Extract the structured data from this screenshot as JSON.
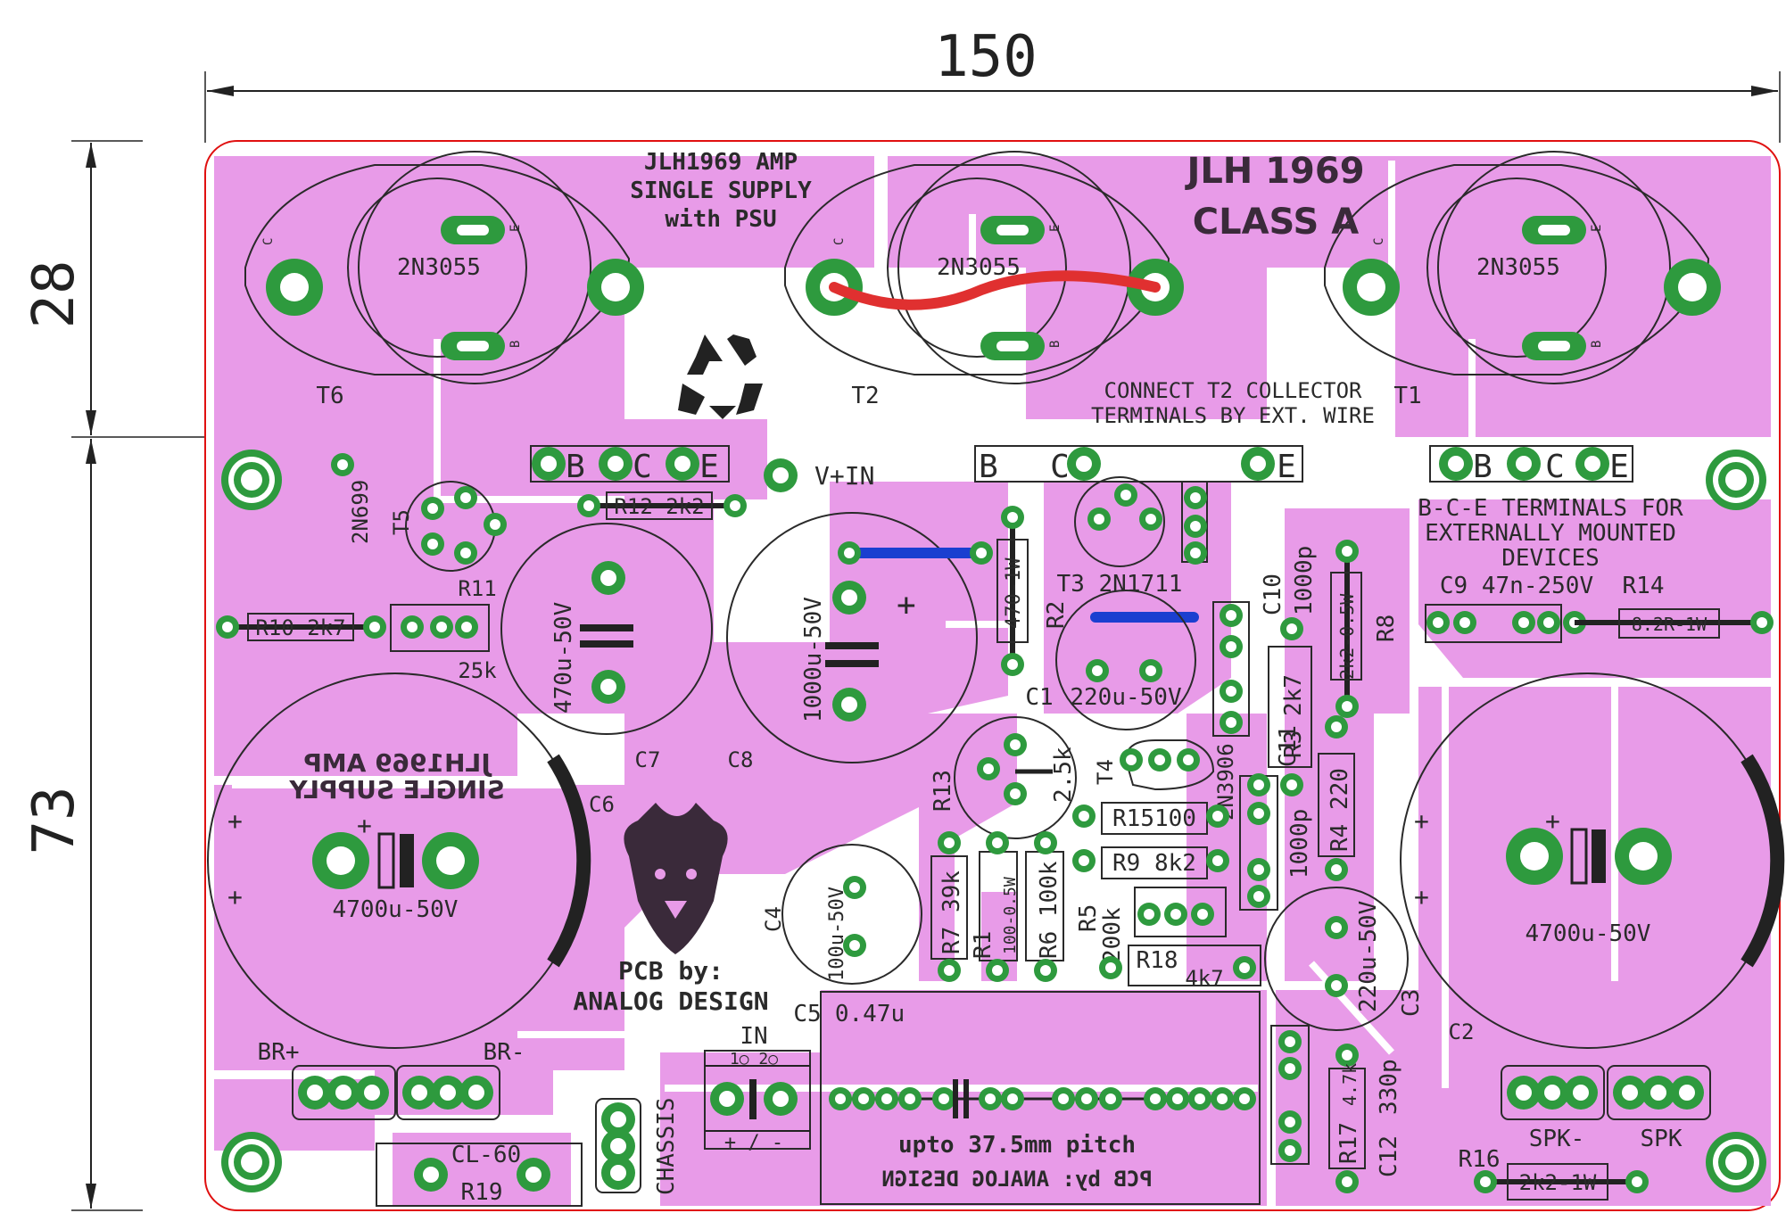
{
  "dimensions": {
    "width": "150",
    "top_height": "28",
    "bottom_height": "73"
  },
  "colors": {
    "board": "#e89be8",
    "pad": "#2e9a3e",
    "outline": "#e01010",
    "wire_red": "#e03030",
    "wire_blue": "#1a3fd0"
  },
  "title": {
    "line1": "JLH 1969",
    "line2": "CLASS A"
  },
  "subtitle": {
    "line1": "JLH1969 AMP",
    "line2": "SINGLE SUPPLY",
    "line3": "with PSU"
  },
  "mirror": {
    "line1": "JLH1969 AMP",
    "line2": "SINGLE SUPPLY"
  },
  "transistors": {
    "t6": {
      "ref": "T6",
      "part": "2N3055"
    },
    "t2": {
      "ref": "T2",
      "part": "2N3055"
    },
    "t1": {
      "ref": "T1",
      "part": "2N3055"
    },
    "pin_c": "C",
    "pin_e": "E",
    "pin_b": "B"
  },
  "notes": {
    "t2_line1": "CONNECT T2 COLLECTOR",
    "t2_line2": "TERMINALS BY EXT. WIRE",
    "bce_line1": "B-C-E TERMINALS FOR",
    "bce_line2": "EXTERNALLY MOUNTED",
    "bce_line3": "DEVICES"
  },
  "bce": {
    "b": "B",
    "c": "C",
    "e": "E"
  },
  "labels": {
    "vin": "V+IN",
    "t5_ref": "T5",
    "t5_part": "2N699",
    "r12": "R12 2k2",
    "r11": "R11",
    "r11_val": "25k",
    "r10": "R10 2k7",
    "c7_val": "470u-50V",
    "c7": "C7",
    "c8_val": "1000u-50V",
    "c8": "C8",
    "r2_val": "470-1W",
    "r2": "R2",
    "t3": "T3 2N1711",
    "c1_val": "220u-50V",
    "c1": "C1",
    "c10": "C10",
    "c10_val": "1000p",
    "r8_val": "2k2-0.5W",
    "r8": "R8",
    "c9": "C9 47n-250V",
    "r14": "R14",
    "r14_val": "8.2R-1W",
    "r3": "R3 2k7",
    "c11": "C11",
    "c11_val": "1000p",
    "r4": "R4 220",
    "t4": "T4",
    "t4_part": "2N3906",
    "r13": "R13",
    "r13_val": "2.5k",
    "r15": "R15100",
    "r9": "R9  8k2",
    "r7": "R7 39k",
    "r1": "R1",
    "r1_val": "100-0.5W",
    "r6": "R6 100k",
    "r5": "R5",
    "r5_val": "200k",
    "r18": "R18",
    "r18_val": "4k7",
    "c4": "C4",
    "c4_val": "100u-50V",
    "c6": "C6",
    "c6_val": "4700u-50V",
    "c2": "C2",
    "c2_val": "4700u-50V",
    "c3": "C3",
    "c3_val": "220u-50V",
    "pcb_by": "PCB by:",
    "designer": "ANALOG DESIGN",
    "c5": "C5",
    "c5_val": "0.47u",
    "pitch": "upto 37.5mm pitch",
    "mirror_pcb": "PCB by: ANALOG DESIGN",
    "in": "IN",
    "in_pins": "1○ 2○",
    "in_polarity": "+ / -",
    "br_plus": "BR+",
    "br_minus": "BR-",
    "cl60": "CL-60",
    "r19": "R19",
    "chassis": "CHASSIS",
    "r17": "R17",
    "r17_val": "4.7k",
    "c12": "C12",
    "c12_val": "330p",
    "spk_minus": "SPK-",
    "spk": "SPK",
    "r16": "R16",
    "r16_val": "2k2-1W"
  }
}
